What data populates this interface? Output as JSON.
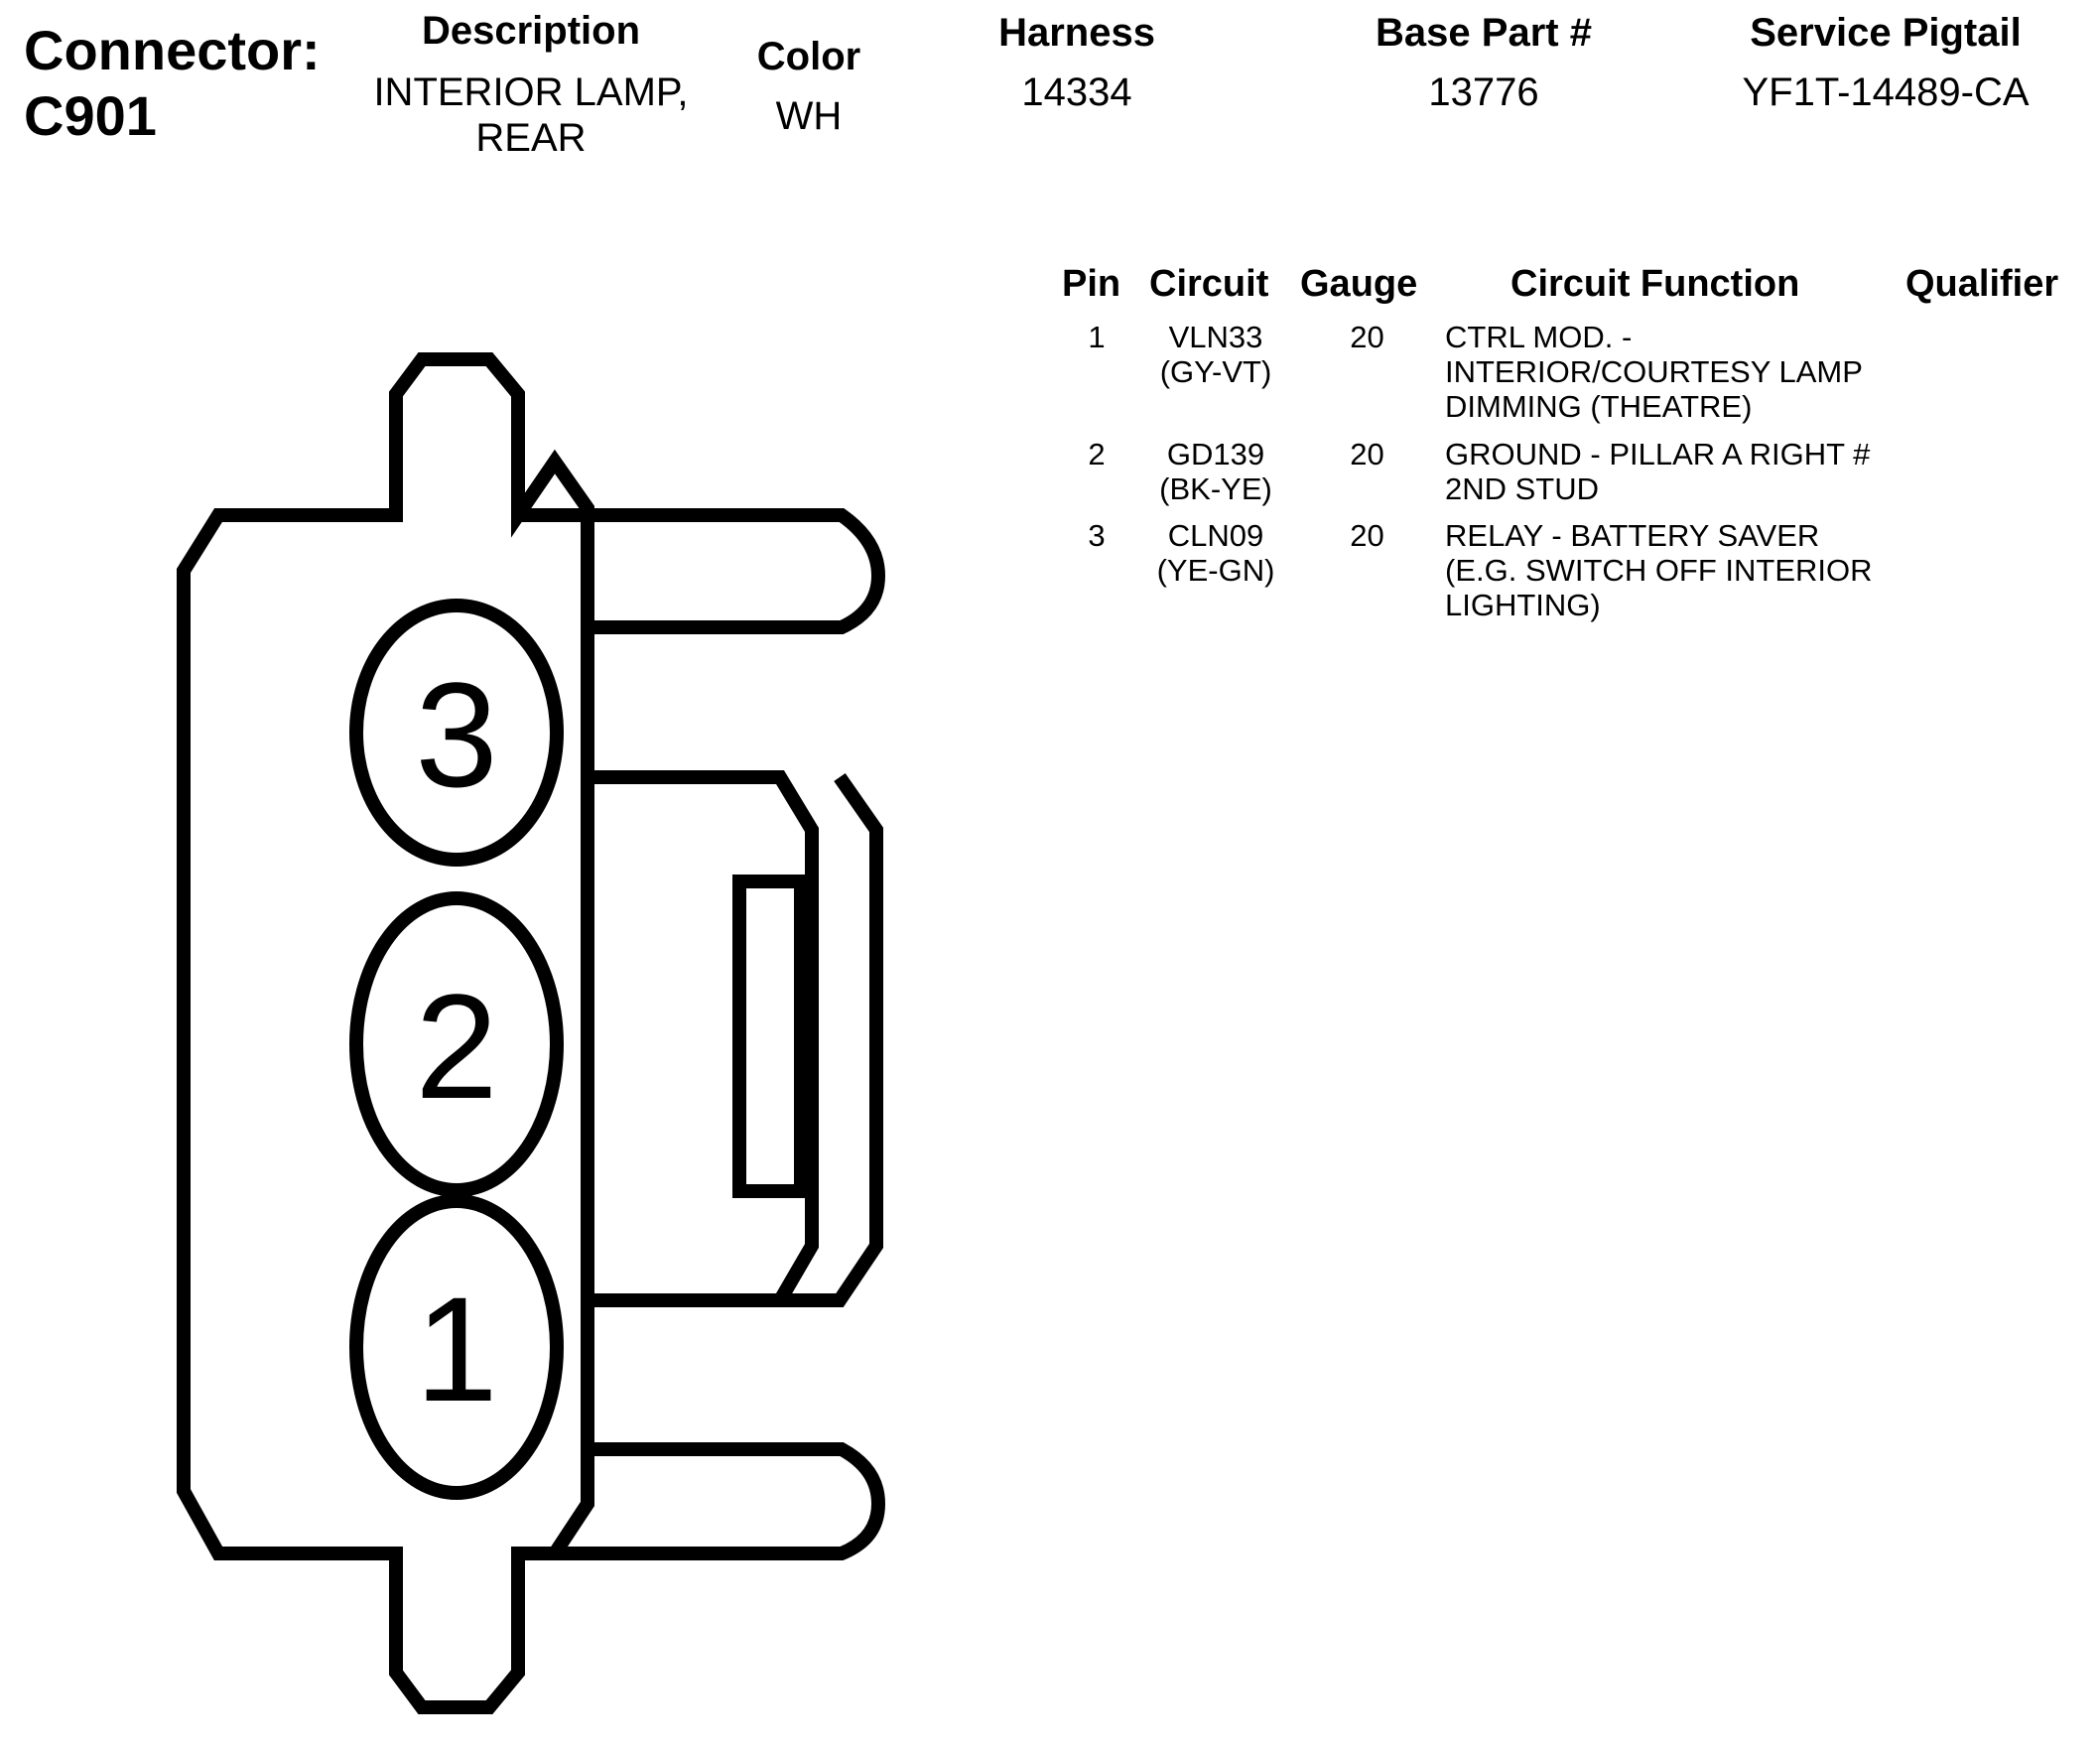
{
  "connector": {
    "label": "Connector:\nC901"
  },
  "header": {
    "description": {
      "title": "Description",
      "value": "INTERIOR LAMP,\nREAR"
    },
    "color": {
      "title": "Color",
      "value": "WH"
    },
    "harness": {
      "title": "Harness",
      "value": "14334"
    },
    "base_part": {
      "title": "Base Part #",
      "value": "13776"
    },
    "service_pigtail": {
      "title": "Service Pigtail",
      "value": "YF1T-14489-CA"
    }
  },
  "table": {
    "headers": {
      "pin": "Pin",
      "circuit": "Circuit",
      "gauge": "Gauge",
      "function": "Circuit Function",
      "qualifier": "Qualifier"
    },
    "rows": [
      {
        "pin": "1",
        "circuit": "VLN33\n(GY-VT)",
        "gauge": "20",
        "function": "CTRL MOD. -\nINTERIOR/COURTESY LAMP\nDIMMING (THEATRE)",
        "qualifier": ""
      },
      {
        "pin": "2",
        "circuit": "GD139\n(BK-YE)",
        "gauge": "20",
        "function": "GROUND - PILLAR A RIGHT #\n2ND STUD",
        "qualifier": ""
      },
      {
        "pin": "3",
        "circuit": "CLN09\n(YE-GN)",
        "gauge": "20",
        "function": "RELAY - BATTERY SAVER\n(E.G. SWITCH OFF INTERIOR\nLIGHTING)",
        "qualifier": ""
      }
    ]
  },
  "diagram": {
    "pins": [
      {
        "number": "3"
      },
      {
        "number": "2"
      },
      {
        "number": "1"
      }
    ]
  }
}
